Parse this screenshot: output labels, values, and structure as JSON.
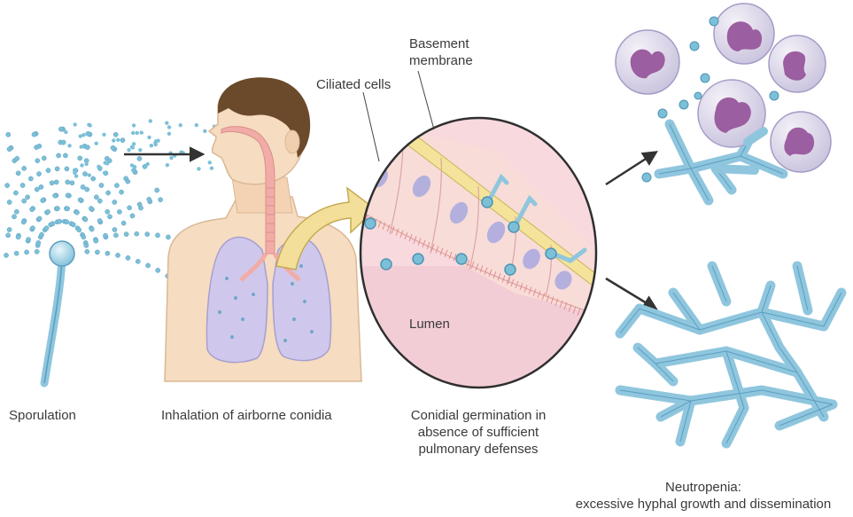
{
  "labels": {
    "sporulation": "Sporulation",
    "inhalation": "Inhalation of airborne conidia",
    "germination_line1": "Conidial germination in",
    "germination_line2": "absence of sufficient",
    "germination_line3": "pulmonary defenses",
    "neutropenia_line1": "Neutropenia:",
    "neutropenia_line2": "excessive hyphal growth and dissemination",
    "ciliated_cells": "Ciliated cells",
    "basement_line1": "Basement",
    "basement_line2": "membrane",
    "lumen": "Lumen"
  },
  "colors": {
    "fungus": "#8fc6de",
    "fungus_dark": "#5a9ec0",
    "conidia": "#7cc0d8",
    "skin": "#f6dcc0",
    "hair": "#6b4a2c",
    "lung": "#cfc8ec",
    "airway": "#f2aca7",
    "circle_fill": "#f7d9de",
    "membrane": "#f4e39a",
    "nucleus": "#a9a8e0",
    "neutrophil": "#d9d3ea",
    "neutrophil_nucleus": "#9b5ea0",
    "arrow": "#333333",
    "curved_arrow": "#f3df9a"
  }
}
